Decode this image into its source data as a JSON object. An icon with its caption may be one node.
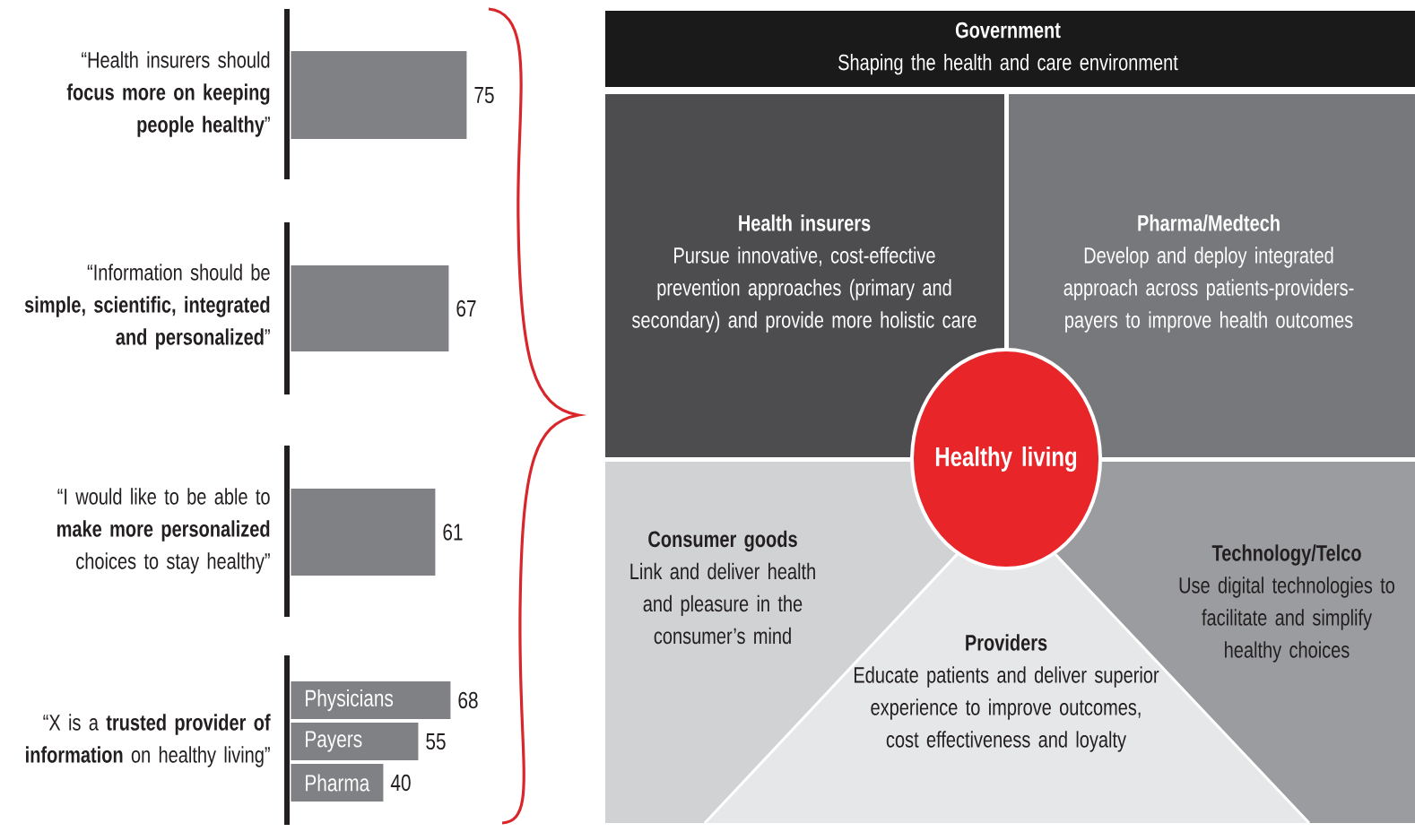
{
  "diagram": {
    "nodes": [
      {
        "text": [],
        "shape": "bar",
        "beside": [
          "75"
        ]
      },
      {
        "text": [],
        "shape": "bar",
        "beside": [
          "67"
        ]
      },
      {
        "text": [],
        "shape": "bar",
        "beside": [
          "61"
        ]
      },
      {
        "text": [
          "Physicians"
        ],
        "beside": [
          "68"
        ]
      },
      {
        "text": [
          "Payers"
        ],
        "beside": [
          "55"
        ]
      },
      {
        "text": [
          "Pharma"
        ],
        "beside": [
          "40"
        ]
      },
      {
        "text": [
          "Government",
          "Shaping the health and care environment"
        ]
      },
      {
        "text": [
          "Health insurers",
          "Pursue innovative, cost-effective prevention approaches (primary and secondary) and provide more holistic care"
        ]
      },
      {
        "text": [
          "Pharma/Medtech",
          "Develop and deploy integrated approach across patients-providers-payers to improve health outcomes"
        ]
      },
      {
        "text": [
          "Healthy living"
        ]
      },
      {
        "text": [
          "Consumer goods",
          "Link and deliver health and pleasure in the consumer’s mind"
        ]
      },
      {
        "text": [
          "Technology/Telco",
          "Use digital technologies to facilitate and simplify healthy choices"
        ]
      },
      {
        "text": [
          "Providers",
          "Educate patients and deliver superior experience to improve outcomes, cost effectiveness and loyalty"
        ]
      }
    ],
    "labels": [
      "“Health insurers should **focus more on keeping people healthy**”",
      "“Information should be **simple, scientific, integrated and personalized**”",
      "“I would like to be able to **make more personalized** choices to stay healthy”",
      "“X is a **trusted provider of information** on healthy living”"
    ]
  }
}
